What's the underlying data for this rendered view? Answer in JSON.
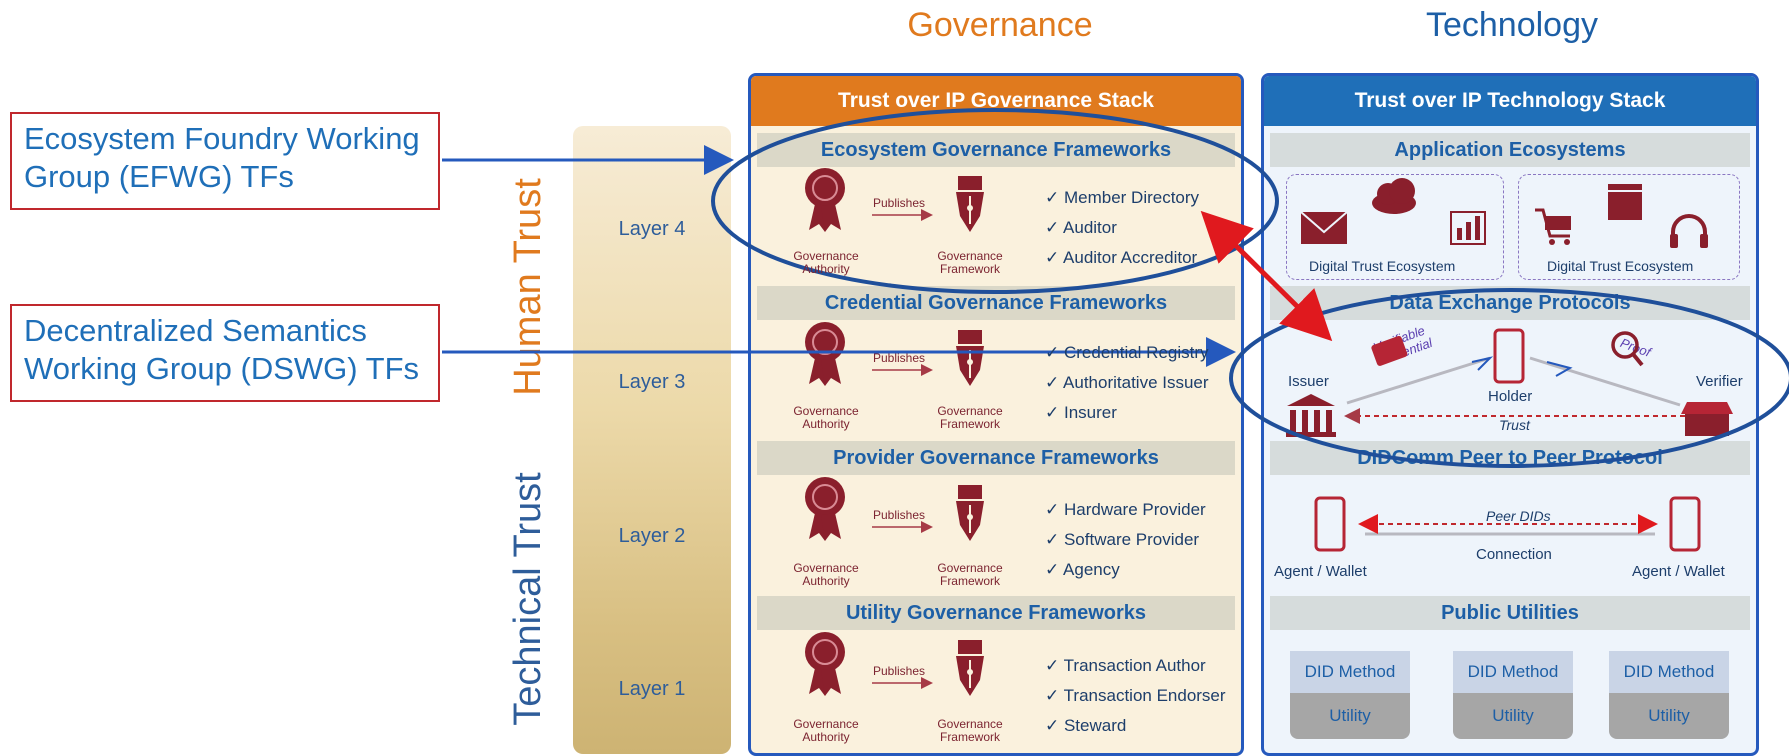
{
  "headers": {
    "governance": "Governance",
    "technology": "Technology"
  },
  "callouts": {
    "efwg": [
      "Ecosystem Foundry Working",
      "Group (EFWG) TFs"
    ],
    "dswg": [
      "Decentralized Semantics",
      "Working Group (DSWG) TFs"
    ]
  },
  "trust": {
    "human": "Human Trust",
    "technical": "Technical Trust"
  },
  "layers": [
    "Layer 4",
    "Layer 3",
    "Layer 2",
    "Layer 1"
  ],
  "governance_stack": {
    "title": "Trust over IP Governance Stack",
    "publishes": "Publishes",
    "authority": [
      "Governance",
      "Authority"
    ],
    "framework": [
      "Governance",
      "Framework"
    ],
    "sections": [
      {
        "title": "Ecosystem Governance Frameworks",
        "items": [
          "✓  Member Directory",
          "✓  Auditor",
          "✓  Auditor Accreditor"
        ]
      },
      {
        "title": "Credential Governance Frameworks",
        "items": [
          "✓  Credential Registry",
          "✓  Authoritative Issuer",
          "✓  Insurer"
        ]
      },
      {
        "title": "Provider Governance Frameworks",
        "items": [
          "✓  Hardware Provider",
          "✓  Software Provider",
          "✓  Agency"
        ]
      },
      {
        "title": "Utility Governance Frameworks",
        "items": [
          "✓  Transaction Author",
          "✓  Transaction Endorser",
          "✓  Steward"
        ]
      }
    ]
  },
  "technology_stack": {
    "title": "Trust over IP Technology Stack",
    "application": {
      "title": "Application Ecosystems",
      "ecosystems": [
        "Digital Trust Ecosystem",
        "Digital Trust Ecosystem"
      ]
    },
    "exchange": {
      "title": "Data Exchange Protocols",
      "issuer": "Issuer",
      "holder": "Holder",
      "verifier": "Verifier",
      "credential": [
        "Verifiable",
        "Credential"
      ],
      "proof": "Proof",
      "trust": "Trust"
    },
    "didcomm": {
      "title": "DIDComm Peer to Peer Protocol",
      "peer_dids": "Peer DIDs",
      "connection": "Connection",
      "agent": "Agent / Wallet"
    },
    "utilities": {
      "title": "Public Utilities",
      "methods": [
        "DID Method",
        "DID Method",
        "DID Method"
      ],
      "utility": "Utility"
    }
  },
  "colors": {
    "orange": "#e07a1e",
    "blue": "#2559bd",
    "red": "#c0282d",
    "maroon": "#8a1f2c",
    "purple": "#8a76c2"
  }
}
